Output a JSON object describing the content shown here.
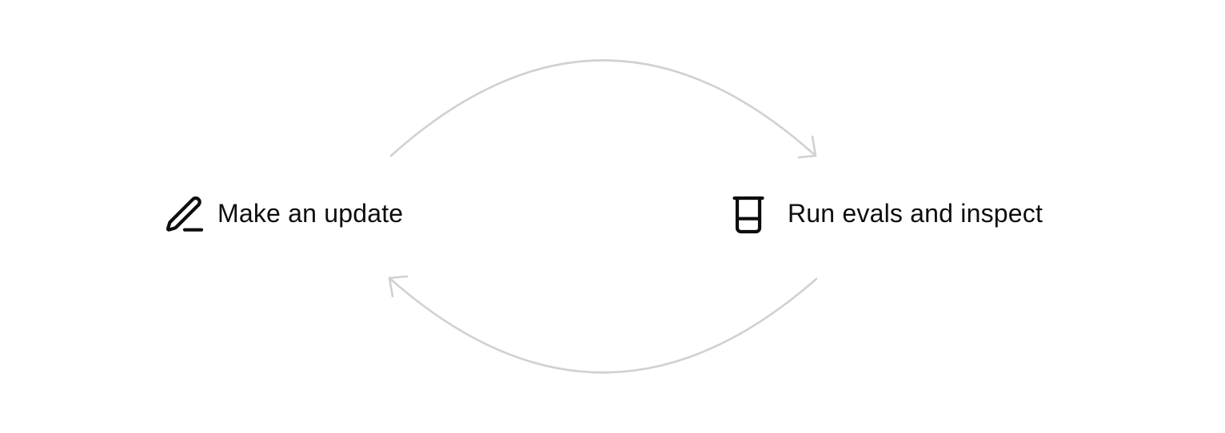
{
  "page": {
    "background": "#ffffff"
  },
  "colors": {
    "arrow": "#d1d1d1",
    "text": "#0d0d0d",
    "icon": "#0d0d0d"
  },
  "nodes": {
    "left": {
      "label": "Make an update",
      "icon": "pen-line-icon"
    },
    "right": {
      "label": "Run evals and inspect",
      "icon": "beaker-icon"
    }
  },
  "arrows": [
    {
      "position": "top",
      "from": "left",
      "to": "right",
      "shape": "curved",
      "head": "open-v"
    },
    {
      "position": "bottom",
      "from": "right",
      "to": "left",
      "shape": "curved",
      "head": "open-v"
    }
  ]
}
